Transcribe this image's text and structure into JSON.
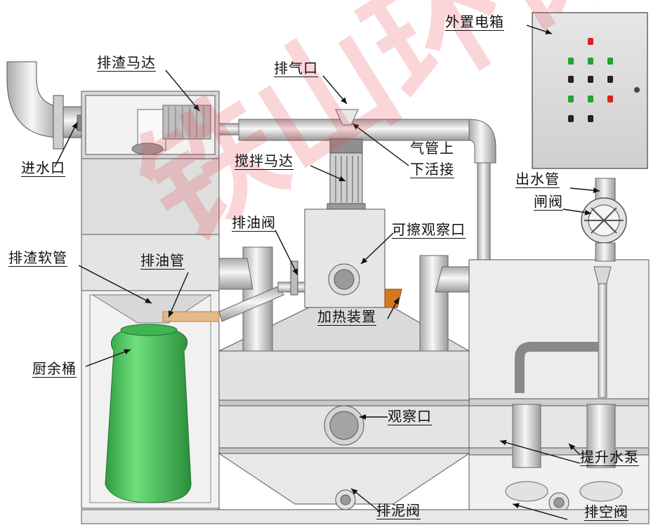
{
  "watermark": "铁山环保",
  "labels": {
    "waiguan_dianxiang": "外置电箱",
    "paizha_mada": "排渣马达",
    "paiqikou": "排气口",
    "jinshuikou": "进水口",
    "jiaoban_mada": "搅拌马达",
    "qiguan_line1": "气管上",
    "qiguan_line2": "下活接",
    "chushuiguan": "出水管",
    "zhafa": "闸阀",
    "paiyoufa": "排油阀",
    "kecaguanchakou": "可擦观察口",
    "paizha_ruanguan": "排渣软管",
    "paiyouguan": "排油管",
    "jiare_zhuangzhi": "加热装置",
    "chuyutong": "厨余桶",
    "guanchakou": "观察口",
    "tisheng_shuibeng": "提升水泵",
    "painifa": "排泥阀",
    "paikongfa": "排空阀"
  },
  "colors": {
    "frame": "#555555",
    "metal": "#dcdcdc",
    "bucket": "#3cc050",
    "heater": "#d27a1e",
    "led_green": "#1fa533",
    "led_red": "#d8202a",
    "watermark": "#e64650"
  }
}
